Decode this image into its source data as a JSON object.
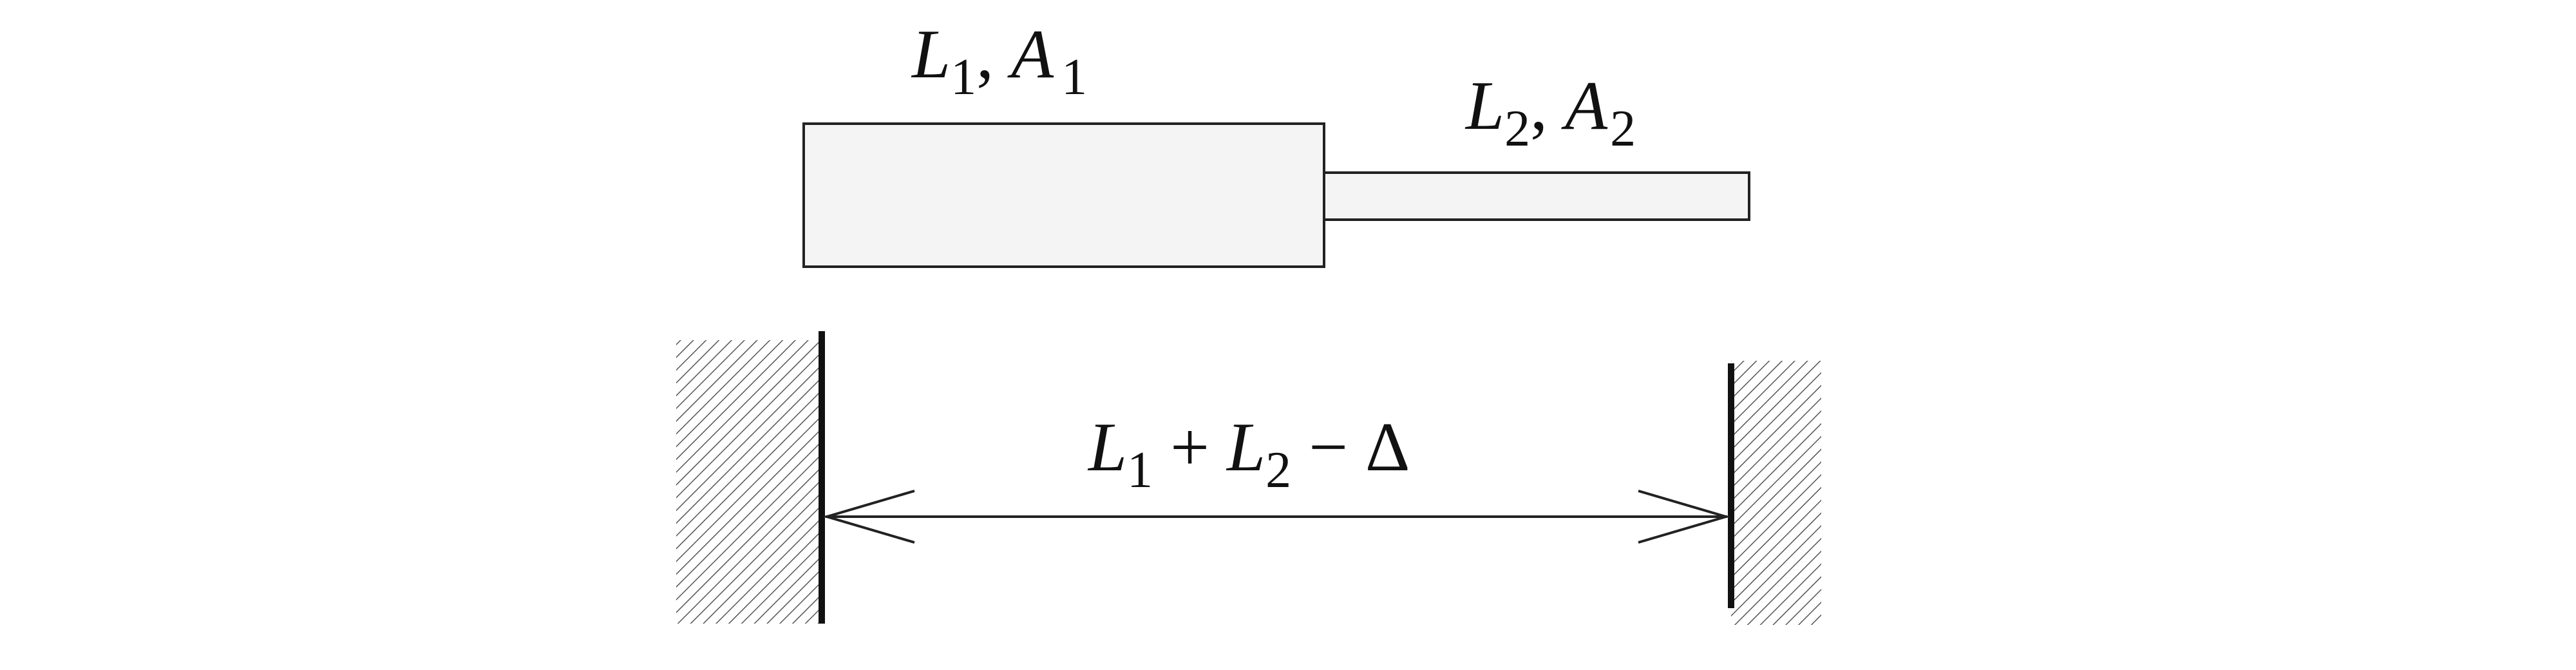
{
  "labels": {
    "bar1": {
      "length_symbol": "L",
      "length_subscript": "1",
      "separator": ", ",
      "area_symbol": "A",
      "area_subscript": "1"
    },
    "bar2": {
      "length_symbol": "L",
      "length_subscript": "2",
      "separator": ", ",
      "area_symbol": "A",
      "area_subscript": "2"
    },
    "gap": {
      "term1_symbol": "L",
      "term1_subscript": "1",
      "plus": " + ",
      "term2_symbol": "L",
      "term2_subscript": "2",
      "minus": " − ",
      "delta": "Δ"
    }
  },
  "colors": {
    "bar_fill": "#f4f4f4",
    "stroke": "#222222",
    "hatch": "#555555"
  }
}
